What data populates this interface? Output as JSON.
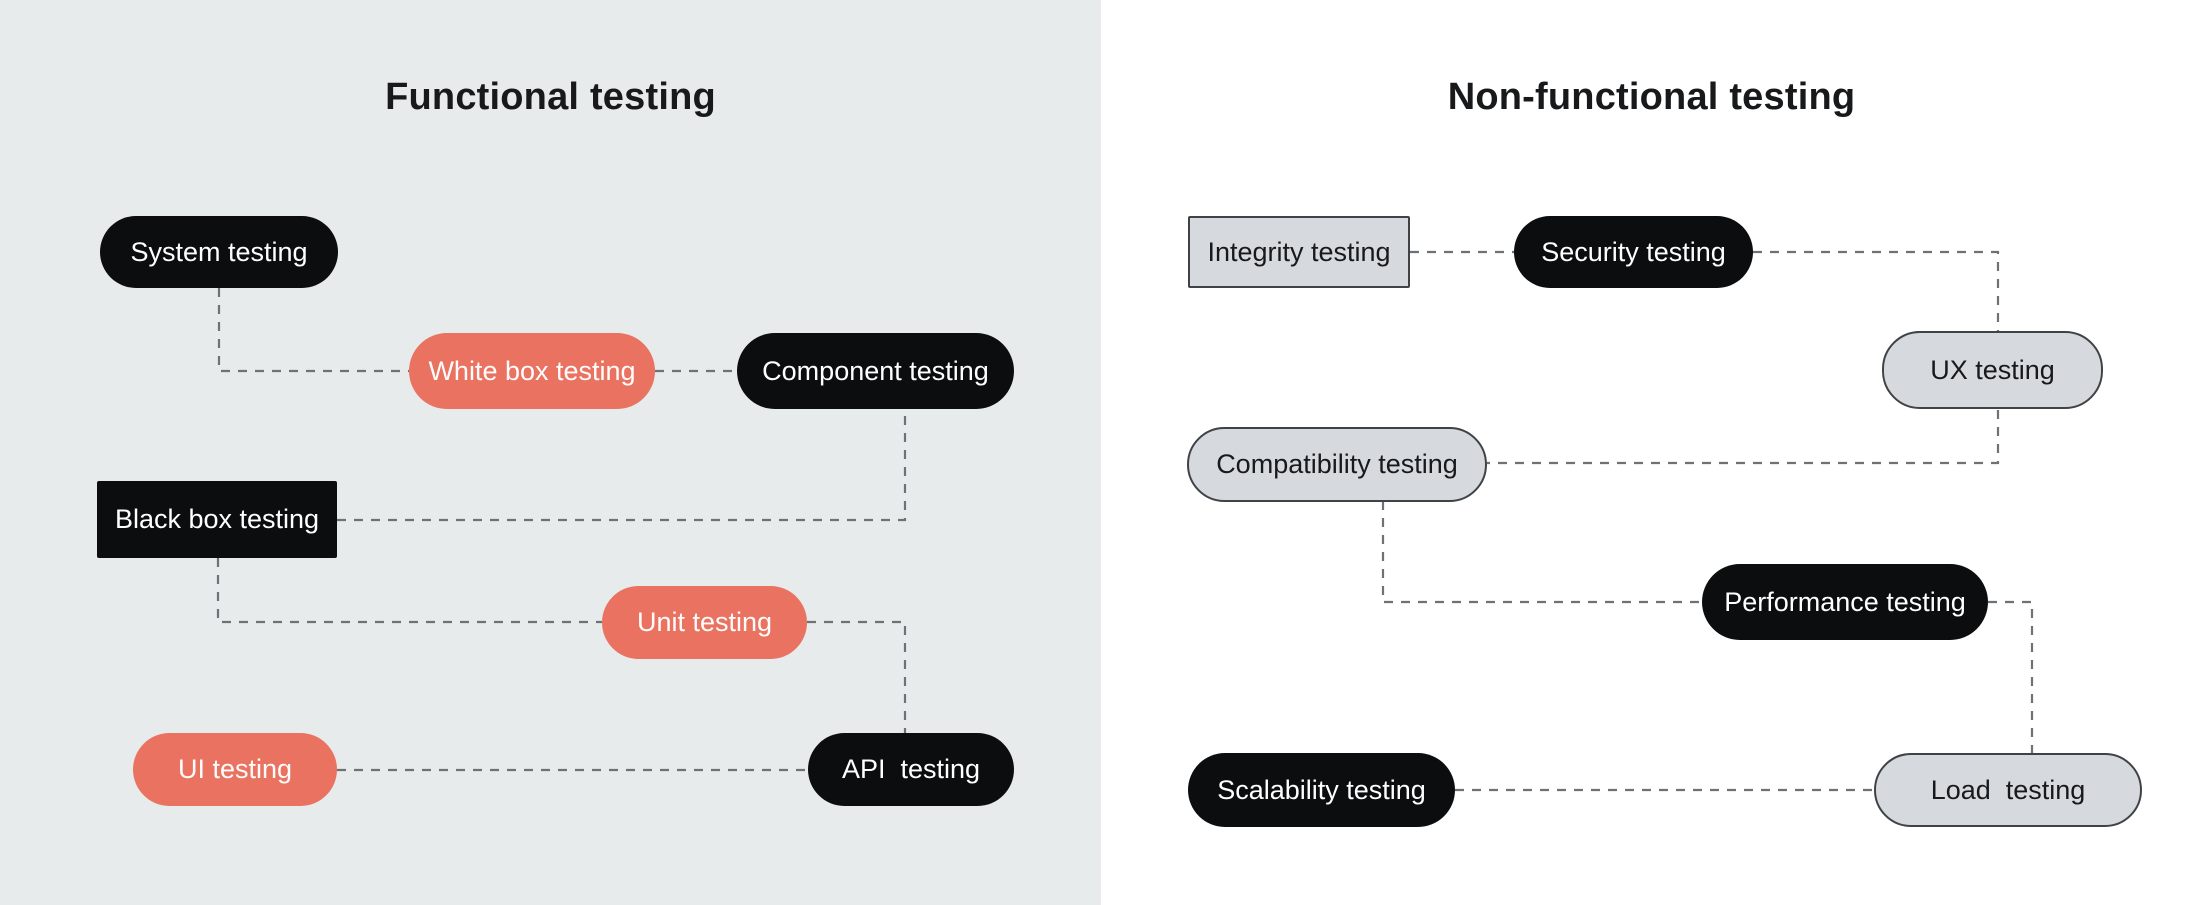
{
  "titles": {
    "functional": "Functional testing",
    "nonfunctional": "Non-functional testing"
  },
  "nodes": [
    {
      "id": "system-testing",
      "label": "System testing",
      "variant": "black",
      "shape": "pill",
      "group": "functional"
    },
    {
      "id": "white-box-testing",
      "label": "White box testing",
      "variant": "coral",
      "shape": "pill",
      "group": "functional"
    },
    {
      "id": "component-testing",
      "label": "Component testing",
      "variant": "black",
      "shape": "pill",
      "group": "functional"
    },
    {
      "id": "black-box-testing",
      "label": "Black box testing",
      "variant": "black",
      "shape": "rect",
      "group": "functional"
    },
    {
      "id": "unit-testing",
      "label": "Unit testing",
      "variant": "coral",
      "shape": "pill",
      "group": "functional"
    },
    {
      "id": "ui-testing",
      "label": "UI testing",
      "variant": "coral",
      "shape": "pill",
      "group": "functional"
    },
    {
      "id": "api-testing",
      "label": "API  testing",
      "variant": "black",
      "shape": "pill",
      "group": "functional"
    },
    {
      "id": "integrity-testing",
      "label": "Integrity testing",
      "variant": "gray",
      "shape": "rect",
      "group": "nonfunctional"
    },
    {
      "id": "security-testing",
      "label": "Security testing",
      "variant": "black",
      "shape": "pill",
      "group": "nonfunctional"
    },
    {
      "id": "ux-testing",
      "label": "UX testing",
      "variant": "gray",
      "shape": "pill",
      "group": "nonfunctional"
    },
    {
      "id": "compatibility-testing",
      "label": "Compatibility testing",
      "variant": "gray",
      "shape": "pill",
      "group": "nonfunctional"
    },
    {
      "id": "performance-testing",
      "label": "Performance testing",
      "variant": "black",
      "shape": "pill",
      "group": "nonfunctional"
    },
    {
      "id": "scalability-testing",
      "label": "Scalability testing",
      "variant": "black",
      "shape": "pill",
      "group": "nonfunctional"
    },
    {
      "id": "load-testing",
      "label": "Load  testing",
      "variant": "gray",
      "shape": "pill",
      "group": "nonfunctional"
    }
  ],
  "edges": [
    {
      "from": "system-testing",
      "to": "white-box-testing"
    },
    {
      "from": "white-box-testing",
      "to": "component-testing"
    },
    {
      "from": "black-box-testing",
      "to": "component-testing"
    },
    {
      "from": "black-box-testing",
      "to": "unit-testing"
    },
    {
      "from": "unit-testing",
      "to": "api-testing"
    },
    {
      "from": "ui-testing",
      "to": "api-testing"
    },
    {
      "from": "integrity-testing",
      "to": "security-testing"
    },
    {
      "from": "security-testing",
      "to": "ux-testing"
    },
    {
      "from": "ux-testing",
      "to": "compatibility-testing"
    },
    {
      "from": "compatibility-testing",
      "to": "performance-testing"
    },
    {
      "from": "performance-testing",
      "to": "load-testing"
    },
    {
      "from": "scalability-testing",
      "to": "load-testing"
    }
  ],
  "colors": {
    "left_background": "#e8ebec",
    "right_background": "#ffffff",
    "node_black": "#0c0d0e",
    "node_coral": "#ea7260",
    "node_gray_fill": "#d6dade",
    "node_gray_border": "#3f4346",
    "connector": "#6e7275",
    "title_text": "#17191b"
  }
}
